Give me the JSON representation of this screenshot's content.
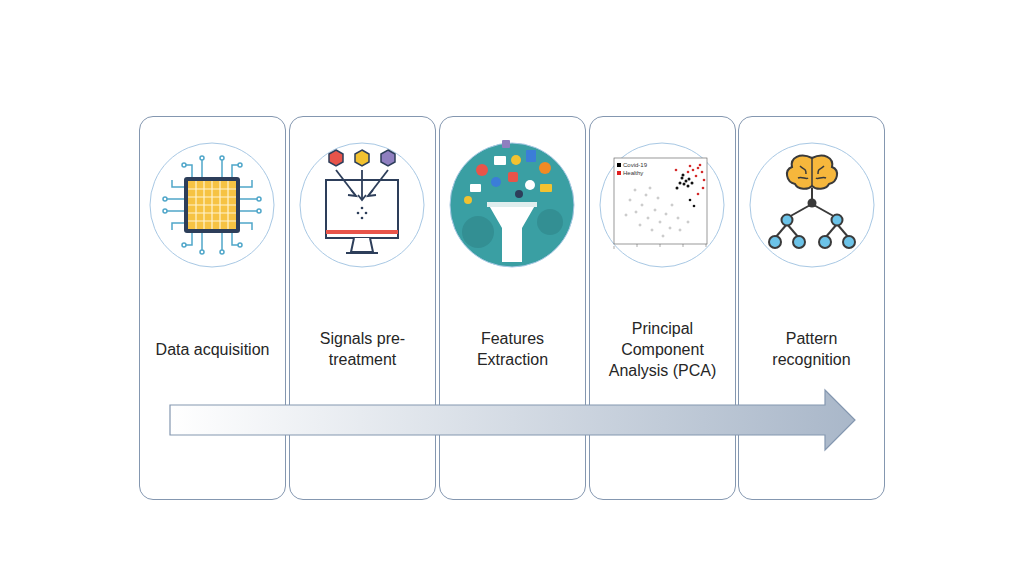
{
  "diagram": {
    "nodes": [
      {
        "text": [
          "Data acquisition"
        ]
      },
      {
        "text": [
          "Signals pre-treatment"
        ]
      },
      {
        "text": [
          "Features Extraction"
        ]
      },
      {
        "text": [
          "Principal Component Analysis (PCA)"
        ]
      },
      {
        "text": [
          "Pattern recognition"
        ]
      }
    ],
    "legend": [
      {
        "text": "Covid-19",
        "color": "#000000"
      },
      {
        "text": "Healthy",
        "color": "#e02020"
      }
    ]
  }
}
